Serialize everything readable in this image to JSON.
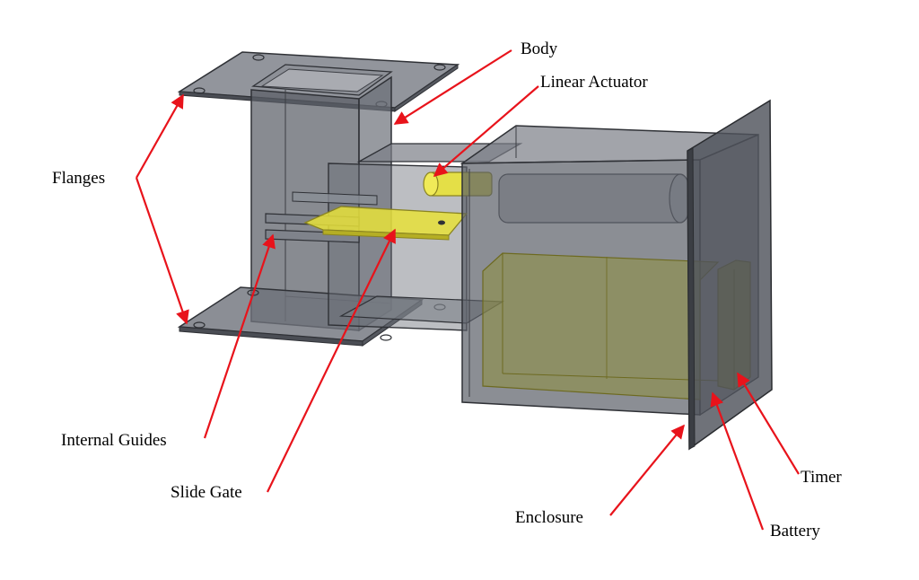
{
  "labels": {
    "body": "Body",
    "linear_actuator": "Linear Actuator",
    "flanges": "Flanges",
    "internal_guides": "Internal Guides",
    "slide_gate": "Slide Gate",
    "enclosure": "Enclosure",
    "battery": "Battery",
    "timer": "Timer"
  },
  "colors": {
    "background": "#ffffff",
    "arrow": "#e8131b",
    "shell_fill": "#585c66",
    "shell_edge": "#2f3136",
    "highlight_yellow": "#e8e23a",
    "battery_fill": "#8f8f3e",
    "text": "#000000"
  }
}
